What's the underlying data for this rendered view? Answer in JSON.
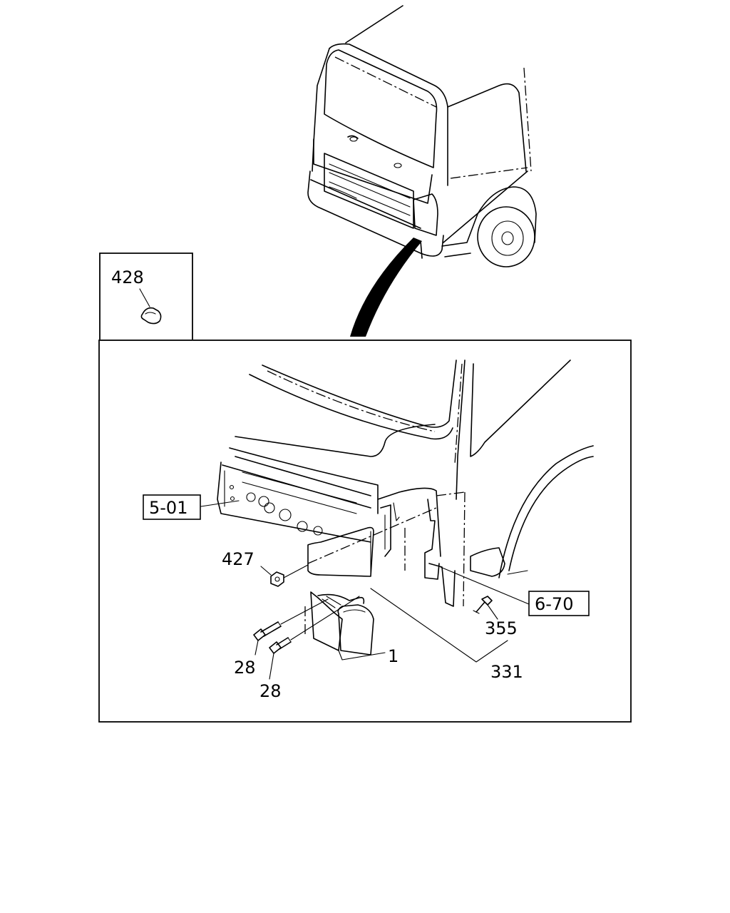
{
  "parts": {
    "p428": "428",
    "p5_01": "5-01",
    "p427": "427",
    "p28a": "28",
    "p28b": "28",
    "p1": "1",
    "p331": "331",
    "p355": "355",
    "p6_70": "6-70"
  }
}
